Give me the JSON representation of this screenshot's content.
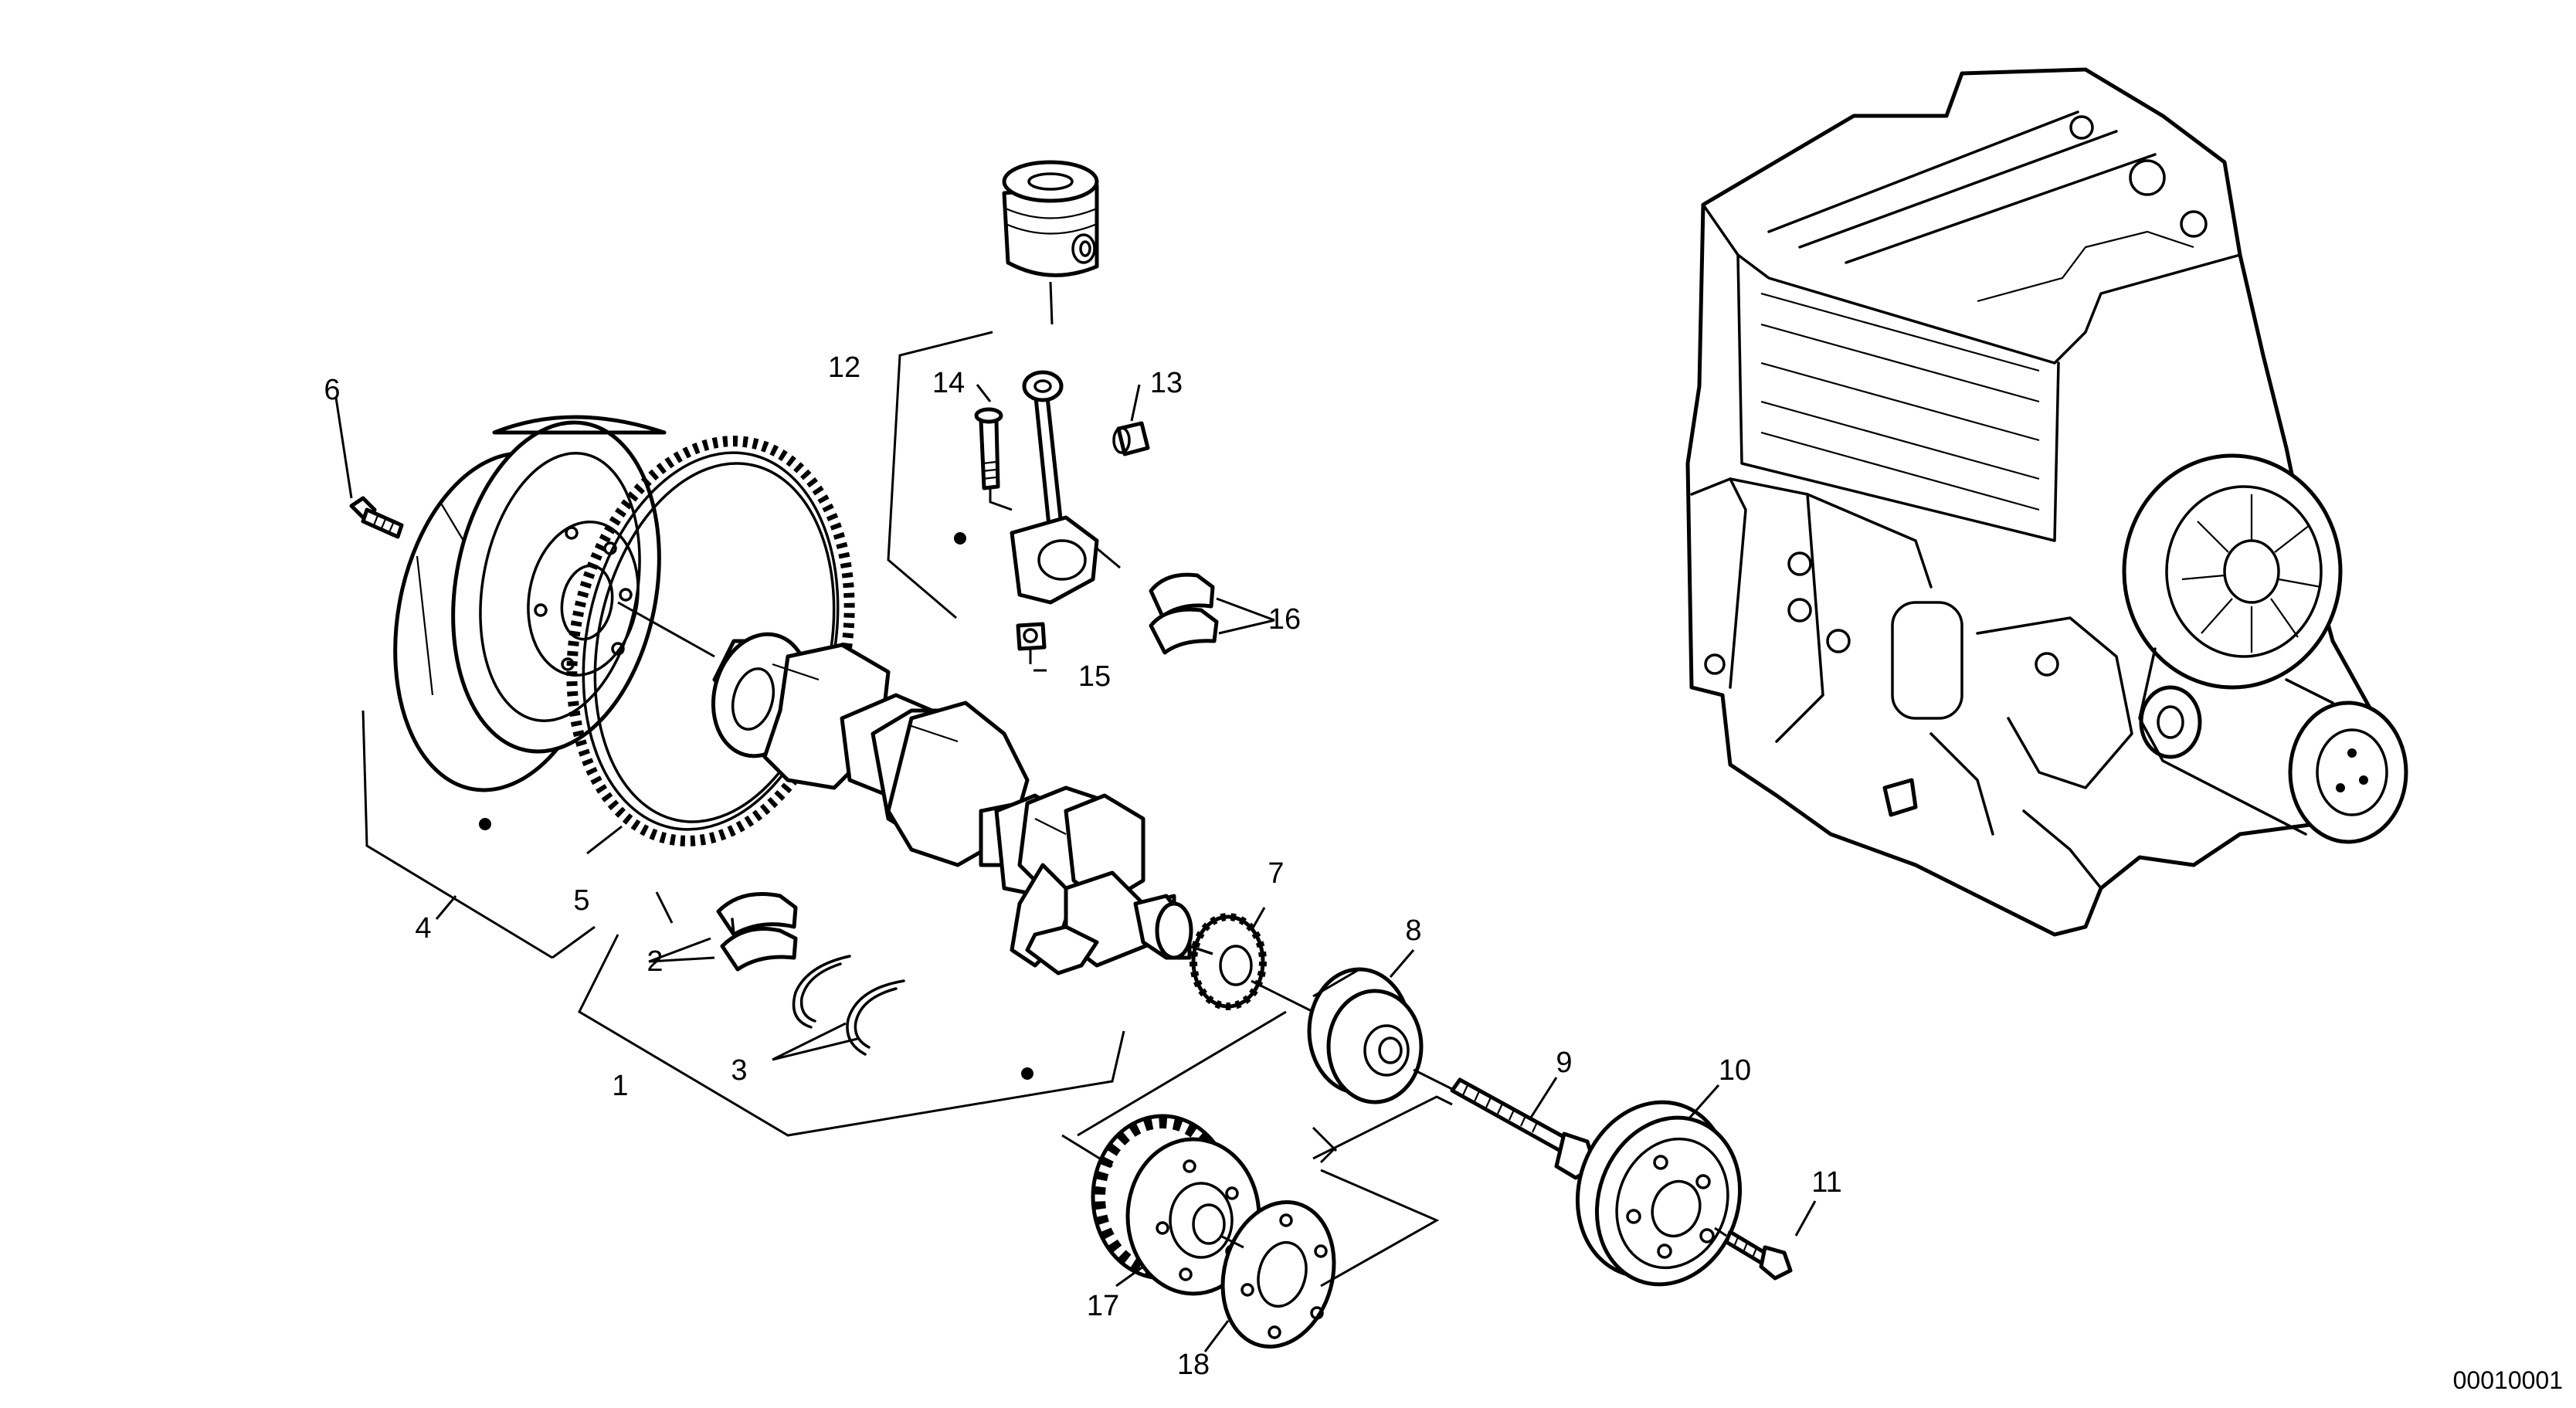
{
  "labels": {
    "l1": "1",
    "l2": "2",
    "l3": "3",
    "l4": "4",
    "l5": "5",
    "l6": "6",
    "l7": "7",
    "l8": "8",
    "l9": "9",
    "l10": "10",
    "l11": "11",
    "l12": "12",
    "l13": "13",
    "l14": "14",
    "l15": "15",
    "l16": "16",
    "l17": "17",
    "l18": "18"
  },
  "drawing_number": "00010001"
}
